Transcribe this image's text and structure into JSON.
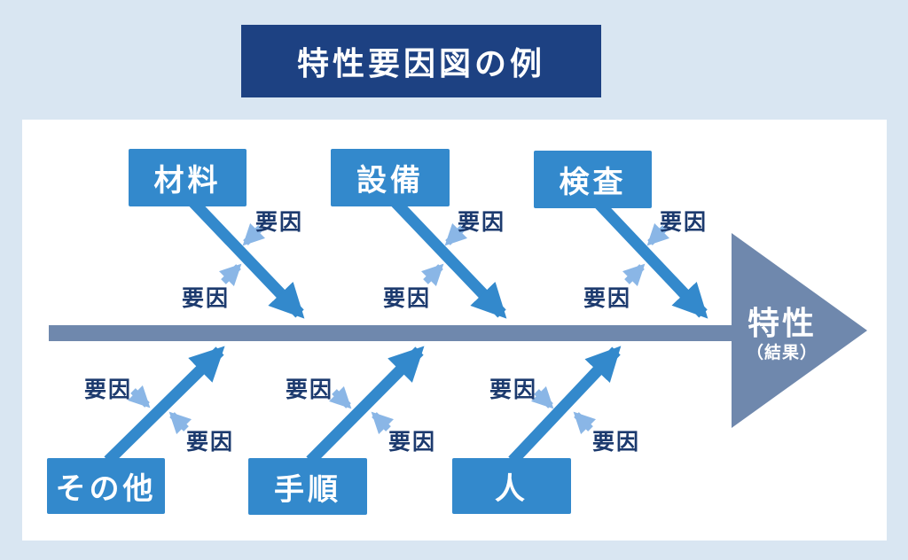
{
  "title": "特性要因図の例",
  "colors": {
    "page_background": "#d9e6f2",
    "panel_background": "#ffffff",
    "title_background": "#1d4182",
    "category_box": "#3389cc",
    "bone_arrow": "#3389cc",
    "factor_arrow": "#8ab6e6",
    "factor_text": "#1c3a6e",
    "spine": "#6f88ad",
    "head_text": "#ffffff"
  },
  "categories": {
    "top": [
      "材料",
      "設備",
      "検査"
    ],
    "bottom": [
      "その他",
      "手順",
      "人"
    ]
  },
  "factor_label": "要因",
  "head": {
    "line1": "特性",
    "line2": "（結果）"
  }
}
